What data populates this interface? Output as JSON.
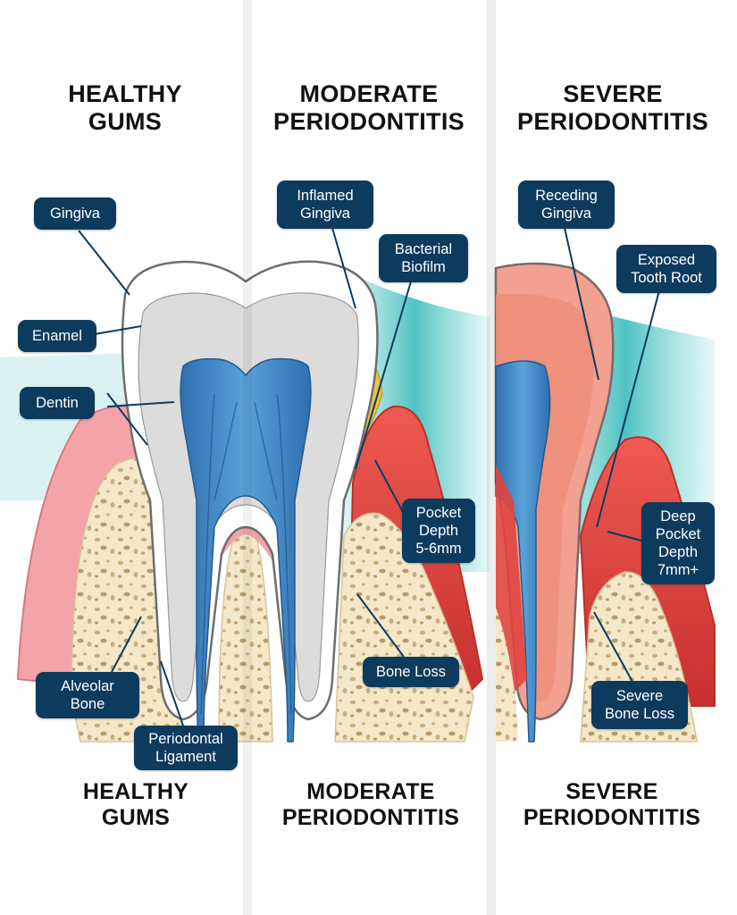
{
  "panels": [
    {
      "id": "healthy",
      "top_title": "HEALTHY\nGUMS",
      "bottom_title": "HEALTHY\nGUMS",
      "labels": [
        "Gingiva",
        "Enamel",
        "Dentin",
        "Alveolar\nBone",
        "Periodontal\nLigament"
      ]
    },
    {
      "id": "moderate",
      "top_title": "MODERATE\nPERIODONTITIS",
      "bottom_title": "MODERATE\nPERIODONTITIS",
      "labels": [
        "Inflamed\nGingiva",
        "Bacterial\nBiofilm",
        "Pocket\nDepth\n5-6mm",
        "Bone Loss"
      ]
    },
    {
      "id": "severe",
      "top_title": "SEVERE\nPERIODONTITIS",
      "bottom_title": "SEVERE\nPERIODONTITIS",
      "labels": [
        "Receding\nGingiva",
        "Exposed\nTooth Root",
        "Deep\nPocket\nDepth\n7mm+",
        "Severe\nBone Loss"
      ]
    }
  ],
  "colors": {
    "label_bg": "#0d3b5e",
    "gum_healthy": "#f4a3a8",
    "gum_inflamed": "#e2433f",
    "bone": "#f3e6c6",
    "enamel": "#ffffff",
    "dentin": "#dcdcdc",
    "pulp": "#3f86c6",
    "biofilm": "#e9c44a",
    "teal_background": "#3fc3c1"
  }
}
